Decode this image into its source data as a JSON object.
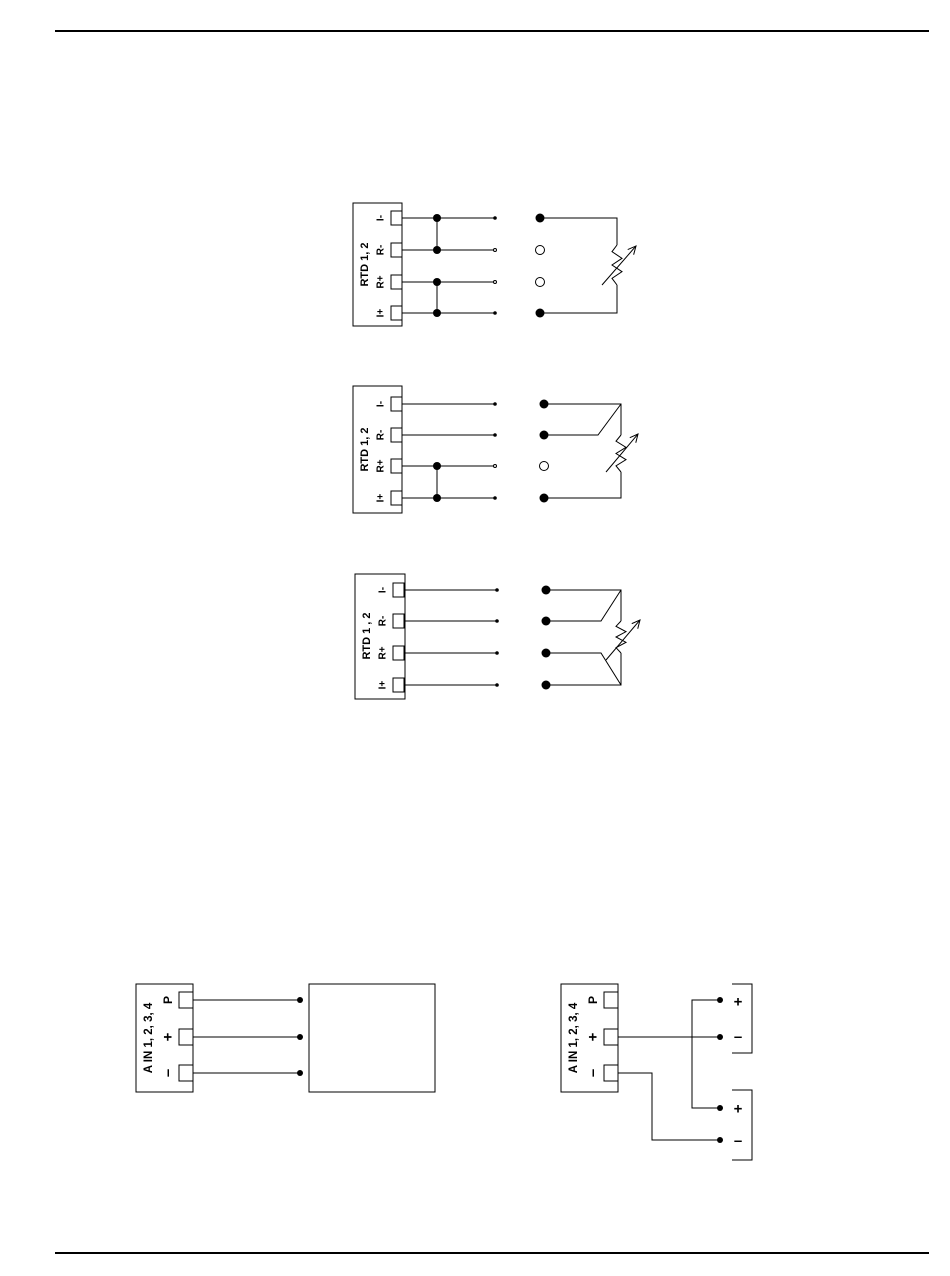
{
  "rtd_label": "RTD 1, 2",
  "rtd_label_alt": "RTD 1 , 2",
  "rtd_terminals": [
    "I-",
    "R-",
    "R+",
    "I+"
  ],
  "ain_label": "A IN 1, 2, 3, 4",
  "ain_terminals": [
    "P",
    "+",
    "–"
  ],
  "source_polarity": [
    "+",
    "–"
  ],
  "colors": {
    "ink": "#000000",
    "paper": "#ffffff"
  }
}
